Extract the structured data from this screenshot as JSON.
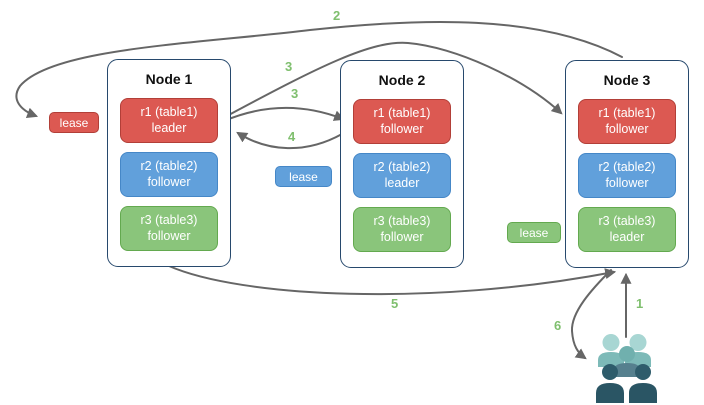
{
  "nodes": [
    {
      "title": "Node 1",
      "replicas": [
        {
          "name": "r1 (table1)",
          "role": "leader"
        },
        {
          "name": "r2 (table2)",
          "role": "follower"
        },
        {
          "name": "r3 (table3)",
          "role": "follower"
        }
      ]
    },
    {
      "title": "Node 2",
      "replicas": [
        {
          "name": "r1 (table1)",
          "role": "follower"
        },
        {
          "name": "r2 (table2)",
          "role": "leader"
        },
        {
          "name": "r3 (table3)",
          "role": "follower"
        }
      ]
    },
    {
      "title": "Node 3",
      "replicas": [
        {
          "name": "r1 (table1)",
          "role": "follower"
        },
        {
          "name": "r2 (table2)",
          "role": "follower"
        },
        {
          "name": "r3 (table3)",
          "role": "leader"
        }
      ]
    }
  ],
  "leases": {
    "red": "lease",
    "blue": "lease",
    "green": "lease"
  },
  "steps": {
    "s1": "1",
    "s2": "2",
    "s3a": "3",
    "s3b": "3",
    "s4": "4",
    "s5": "5",
    "s6": "6"
  },
  "icons": {
    "clients": "users-group-icon"
  },
  "colors": {
    "replica_red_fill": "#DC5952",
    "replica_red_border": "#B23F38",
    "replica_blue_fill": "#61A0DB",
    "replica_blue_border": "#4587C7",
    "replica_green_fill": "#8AC57B",
    "replica_green_border": "#63A94F",
    "node_border": "#27496D",
    "arrow_gray": "#666666",
    "step_label_green": "#7FBF6E",
    "people_light_head": "#A8D6D3",
    "people_light_body": "#7DBAB8",
    "people_mid_head": "#70B0AE",
    "people_mid_body": "#56808E",
    "people_dark_head": "#2E5C6B",
    "people_dark_body": "#2A5564"
  }
}
